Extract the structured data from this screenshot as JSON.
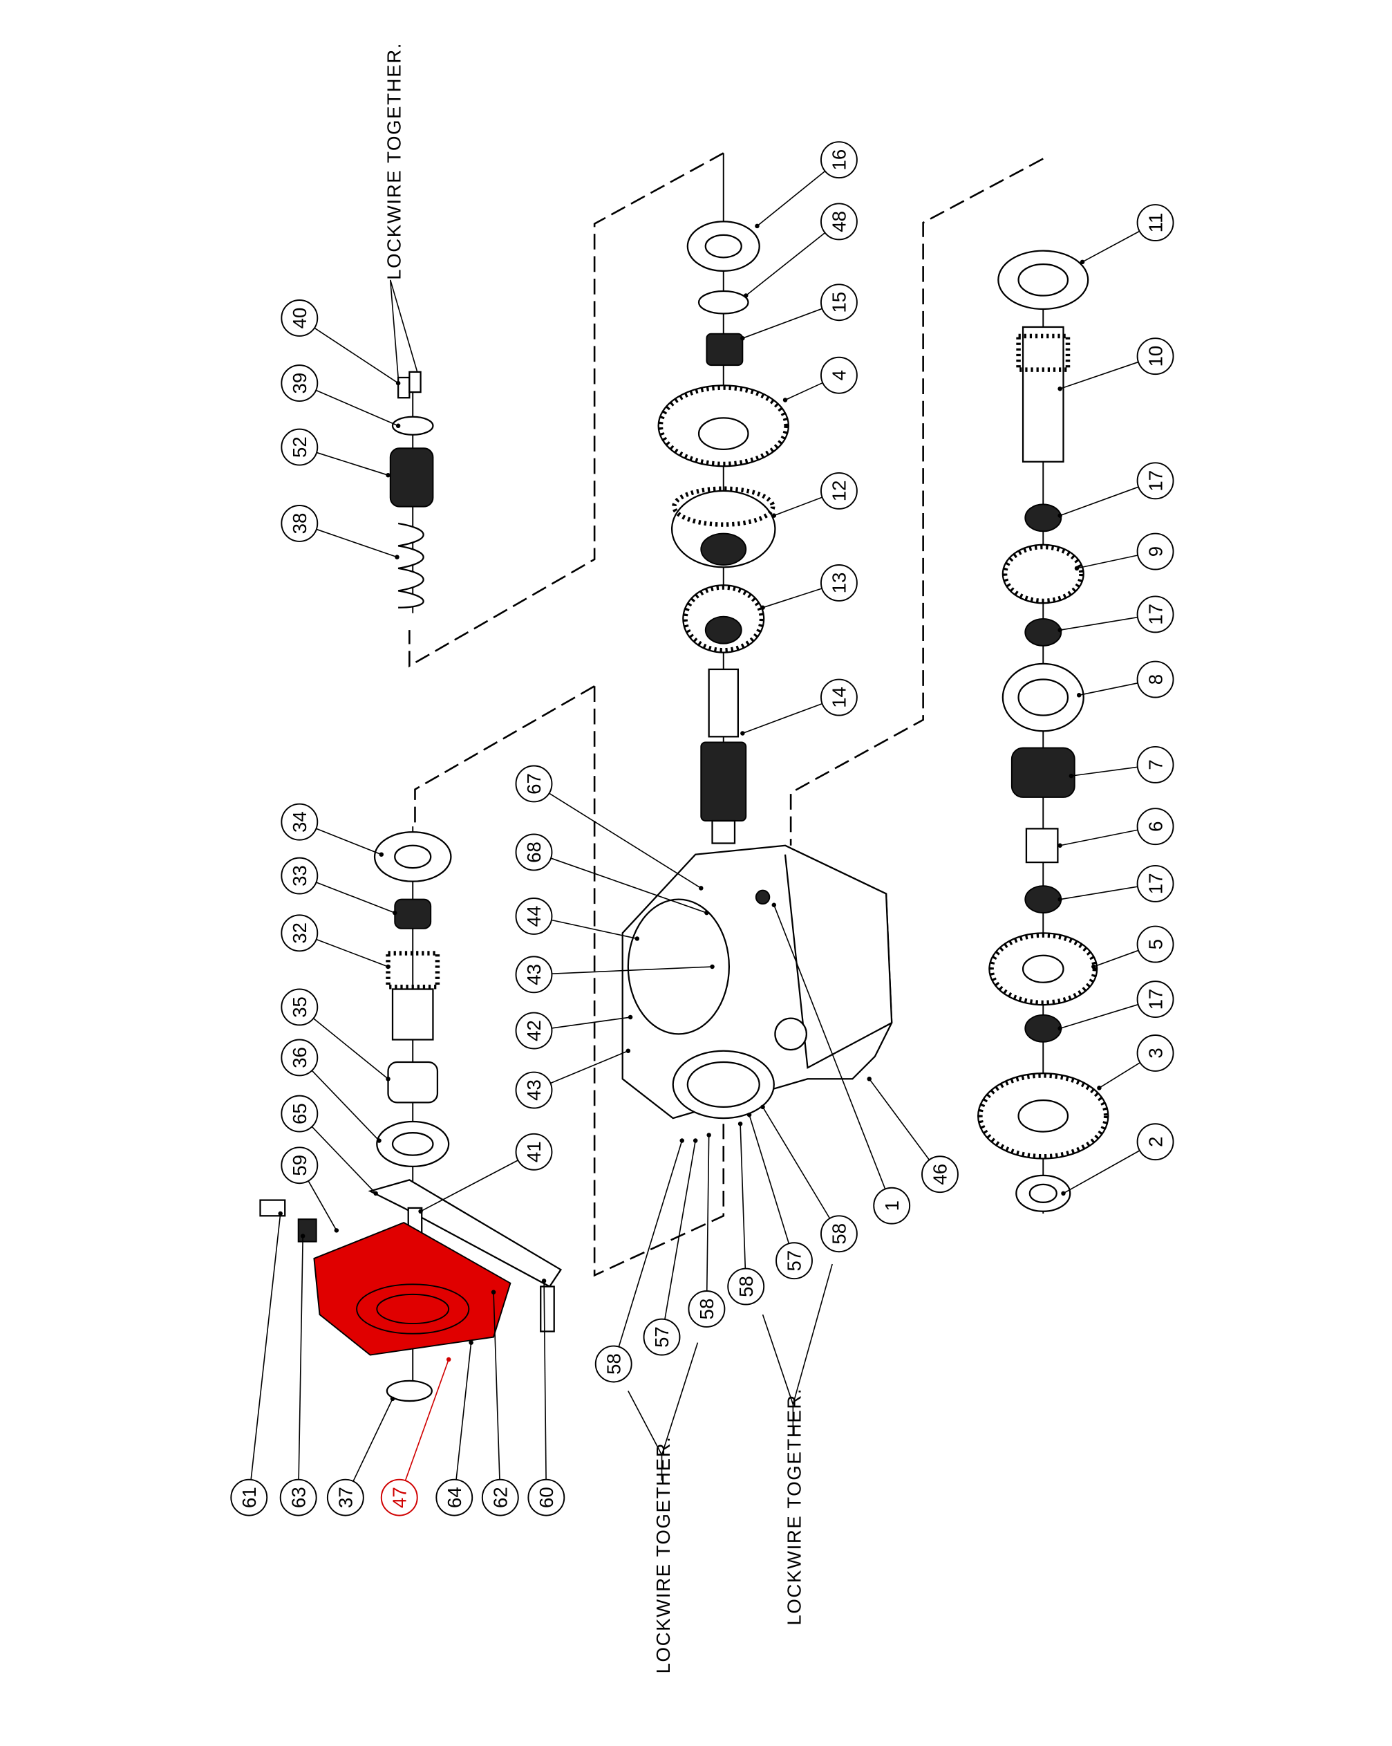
{
  "diagram": {
    "type": "exploded-parts-diagram",
    "highlight_color": "#d00000",
    "notes": [
      "LOCKWIRE TOGETHER.",
      "LOCKWIRE TOGETHER.",
      "LOCKWIRE TOGETHER."
    ],
    "callouts": [
      "11",
      "10",
      "17",
      "9",
      "17",
      "8",
      "7",
      "6",
      "17",
      "5",
      "17",
      "3",
      "2",
      "16",
      "48",
      "15",
      "4",
      "12",
      "13",
      "14",
      "67",
      "68",
      "44",
      "43",
      "42",
      "43",
      "41",
      "1",
      "46",
      "58",
      "57",
      "58",
      "58",
      "57",
      "58",
      "40",
      "39",
      "52",
      "38",
      "34",
      "33",
      "32",
      "35",
      "36",
      "65",
      "59",
      "61",
      "63",
      "37",
      "47",
      "64",
      "62",
      "60"
    ],
    "highlighted_part": "47"
  }
}
